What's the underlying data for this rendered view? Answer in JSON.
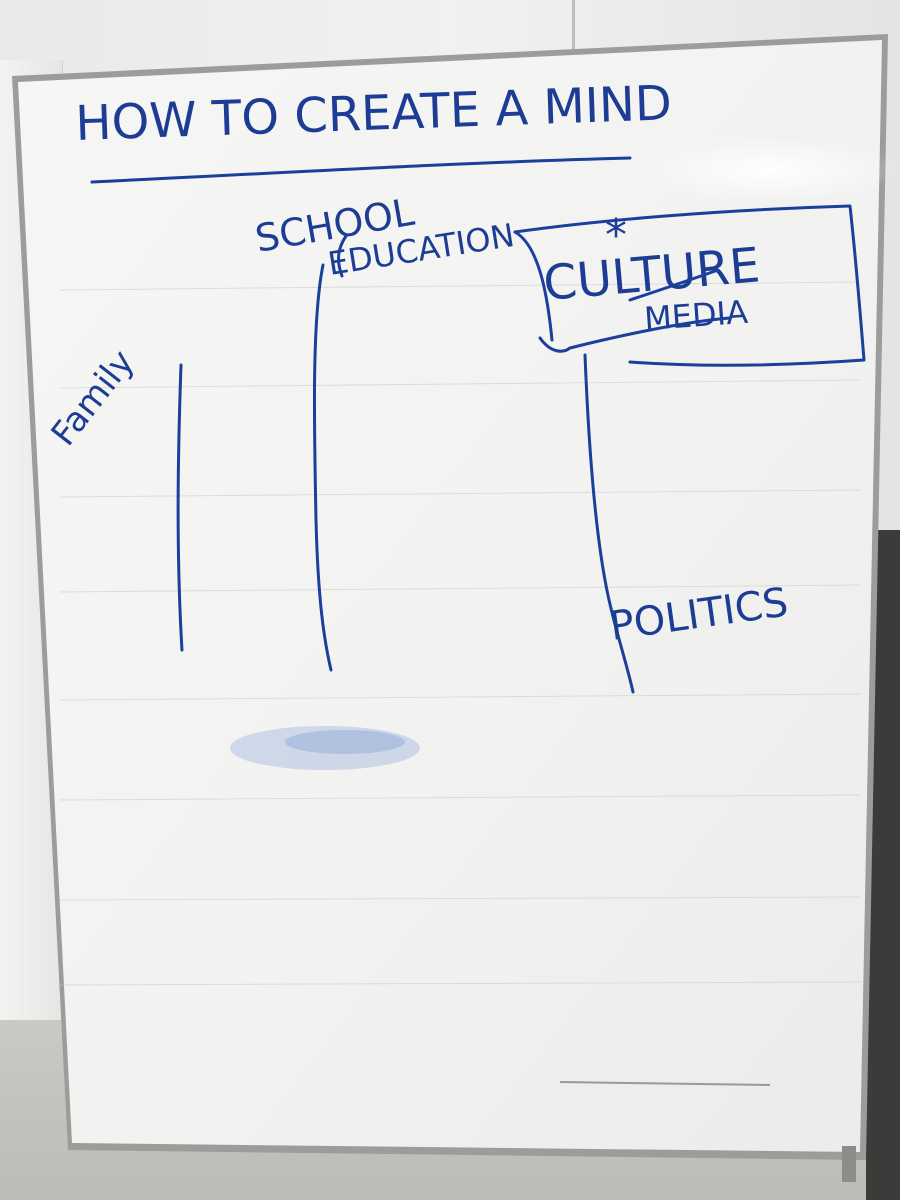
{
  "whiteboard": {
    "title": "HOW TO CREATE A MIND",
    "labels": {
      "family": "Family",
      "school": "SCHOOL",
      "education": "EDUCATION",
      "culture": "CULTURE",
      "media": "MEDIA",
      "politics": "POLITICS"
    },
    "asterisk": "*"
  },
  "colors": {
    "marker_ink": "#1b3f9c",
    "board_surface": "#f4f4f2",
    "board_frame": "#9a9a98"
  }
}
